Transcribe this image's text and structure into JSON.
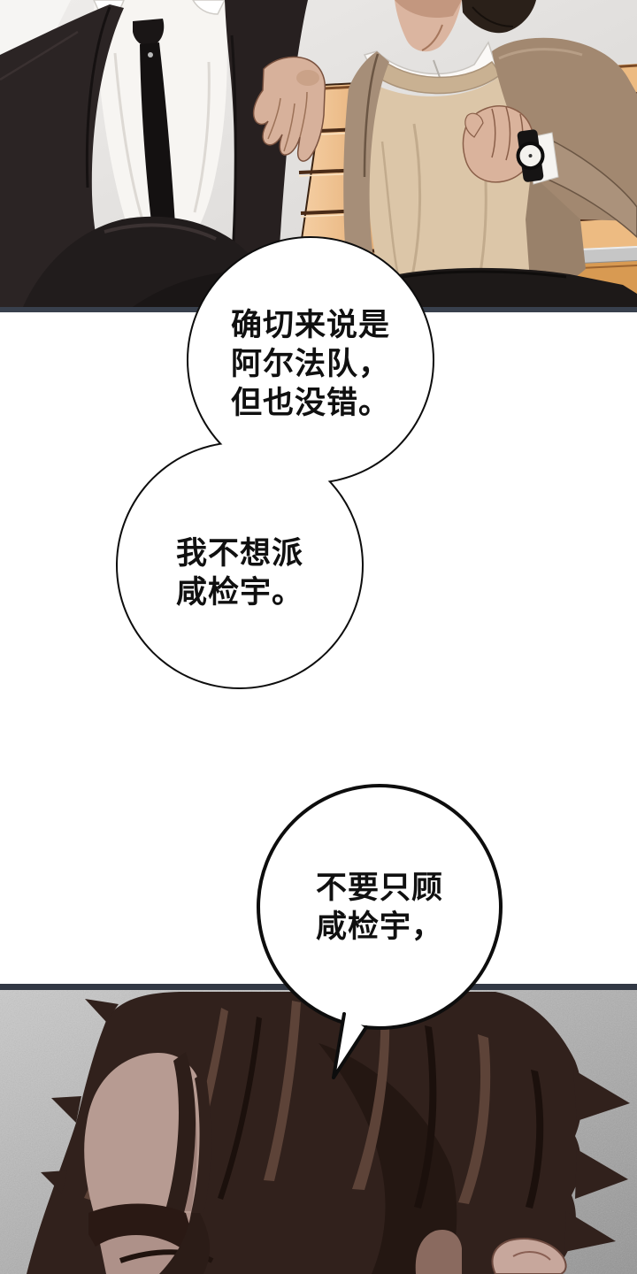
{
  "panels": {
    "top": {
      "label": "two-men-in-suits-on-wooden-bench"
    },
    "bottom": {
      "label": "closeup-dark-brown-hair-man-looking-down"
    }
  },
  "bubbles": [
    {
      "lines": [
        "确切来说是",
        "阿尔法队，",
        "但也没错。"
      ]
    },
    {
      "lines": [
        "我不想派",
        "咸检宇。"
      ]
    },
    {
      "lines": [
        "不要只顾",
        "咸检宇，"
      ]
    }
  ],
  "palette": {
    "panel_border_top": "#38404d",
    "panel_border_bottom": "#323844",
    "bubble_fill": "#ffffff",
    "bubble_stroke": "#0d0d0d",
    "text_color": "#101010",
    "wall_gray": "#e2e0de",
    "bench_wood": "#edbb82",
    "bench_wood_shadow": "#a06a3c",
    "suit_dark": "#2b2424",
    "shirt_white": "#f7f5f2",
    "sweater_beige": "#dcc6a8",
    "blazer_taupe": "#a28870",
    "skin": "#dab39c",
    "hair_brown": "#31211c",
    "panel2_bg_gray": "#b5b5b5"
  }
}
